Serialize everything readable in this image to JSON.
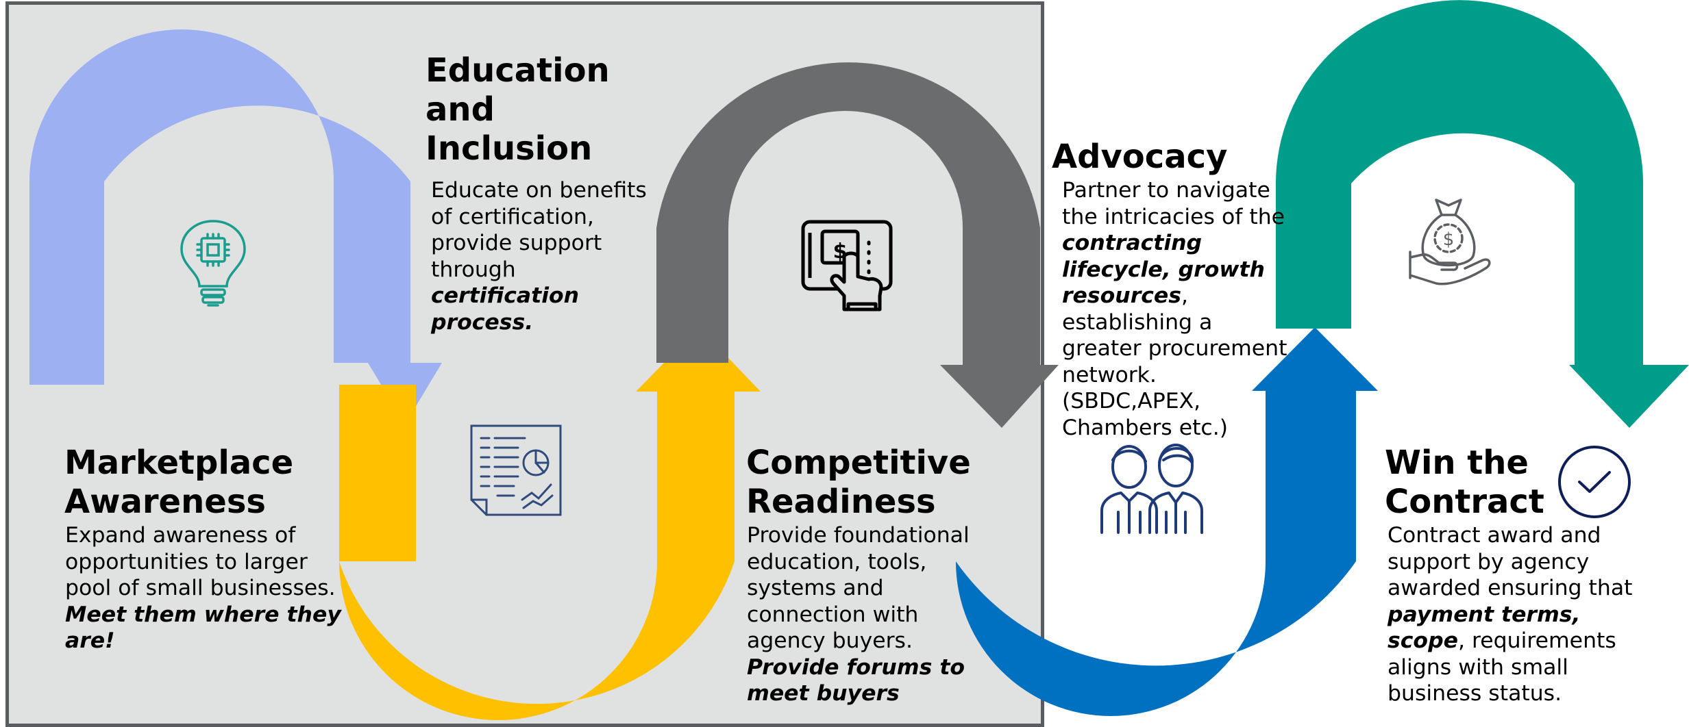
{
  "colors": {
    "panel": "#e0e1e1",
    "panel_border": "#5b5c60",
    "periwinkle": "#9db1f2",
    "yellow": "#ffc000",
    "gray": "#6a6c6d",
    "blue": "#0070c0",
    "teal": "#009e8a",
    "icon_teal": "#1a9c8e",
    "icon_navy": "#2f4a7c"
  },
  "stages": {
    "marketplace": {
      "title": [
        "Marketplace",
        "Awareness"
      ],
      "body": [
        "Expand awareness of",
        "opportunities to larger",
        "pool of small businesses."
      ],
      "emphasis": [
        "Meet them where they",
        "are!"
      ],
      "icon": "lightbulb-chip-icon"
    },
    "education": {
      "title": [
        "Education",
        "and",
        "Inclusion"
      ],
      "body": [
        "Educate on benefits",
        "of certification,",
        "provide support",
        "through"
      ],
      "emphasis": [
        "certification",
        "process."
      ],
      "icon": "report-document-icon"
    },
    "competitive": {
      "title": [
        "Competitive",
        "Readiness"
      ],
      "body": [
        "Provide foundational",
        "education, tools,",
        "systems and",
        "connection with",
        "agency buyers."
      ],
      "emphasis": [
        "Provide forums to",
        "meet buyers"
      ],
      "icon": "tablet-payment-icon"
    },
    "advocacy": {
      "title": "Advocacy",
      "body_before": [
        "Partner to navigate",
        "the intricacies of the"
      ],
      "emphasis": [
        "contracting",
        "lifecycle, growth",
        "resources"
      ],
      "emphasis_tail": ",",
      "body_after": [
        "establishing a",
        "greater procurement",
        "network.",
        "(SBDC,APEX,",
        "Chambers etc.)"
      ],
      "icon": "people-icon"
    },
    "win": {
      "title": [
        "Win the",
        "Contract"
      ],
      "body_before": [
        "Contract award and",
        "support by agency",
        "awarded ensuring that"
      ],
      "emphasis": [
        "payment terms,",
        "scope"
      ],
      "emphasis_tail": ", requirements",
      "body_after": [
        "aligns with small",
        "business status."
      ],
      "icon": "money-bag-hand-icon",
      "check_icon": "check-circle-icon"
    }
  }
}
